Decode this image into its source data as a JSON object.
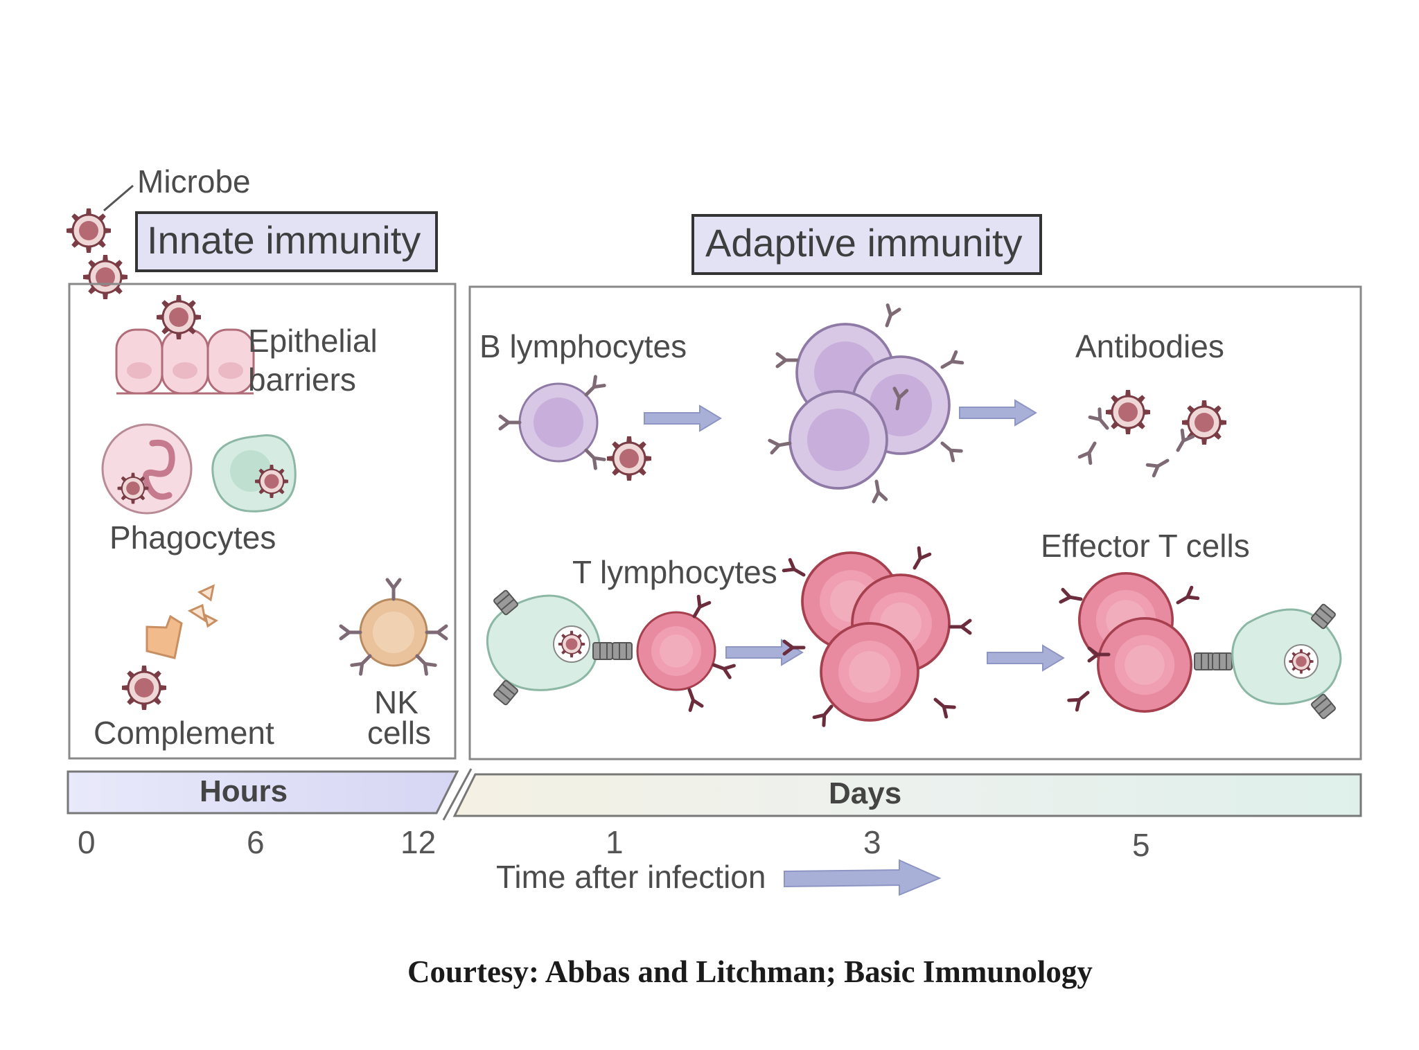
{
  "microbe_label": "Microbe",
  "innate": {
    "title": "Innate immunity",
    "epithelial_line1": "Epithelial",
    "epithelial_line2": "barriers",
    "phagocytes": "Phagocytes",
    "complement": "Complement",
    "nk_line1": "NK",
    "nk_line2": "cells"
  },
  "adaptive": {
    "title": "Adaptive immunity",
    "b_lymphocytes": "B lymphocytes",
    "antibodies": "Antibodies",
    "t_lymphocytes": "T lymphocytes",
    "effector_t_cells": "Effector T cells"
  },
  "timeline": {
    "hours_label": "Hours",
    "days_label": "Days",
    "hour_ticks": [
      "0",
      "6",
      "12"
    ],
    "day_ticks": [
      "1",
      "3",
      "5"
    ],
    "axis_label": "Time after infection"
  },
  "credit": "Courtesy: Abbas and Litchman; Basic Immunology",
  "colors": {
    "microbe": "#a8636a",
    "b_cell": "#c9b2db",
    "t_cell": "#e07a92",
    "phagocyte_green": "#cfe8dd",
    "neutrophil_pink": "#f3d2da",
    "nk_cell": "#e9bf96",
    "complement": "#f2bb8c",
    "arrow": "#a9b0d8",
    "title_box": "#e3e2f5"
  }
}
